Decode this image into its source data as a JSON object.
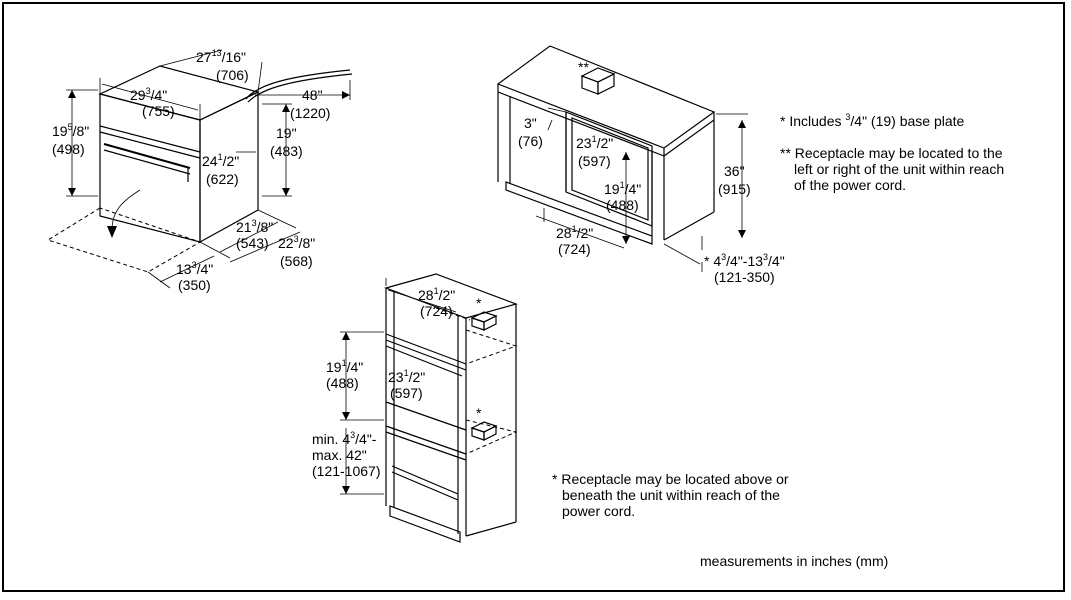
{
  "oven": {
    "depth_total": [
      "27",
      "13",
      "/16\"",
      "(706)"
    ],
    "cord_len": [
      "48\"",
      "(1220)"
    ],
    "width": [
      "29",
      "3",
      "/4\"",
      "(755)"
    ],
    "height": [
      "19",
      "5",
      "/8\"",
      "(498)"
    ],
    "height_body": [
      "19\"",
      "(483)"
    ],
    "inner_width": [
      "24",
      "1",
      "/2\"",
      "(622)"
    ],
    "depth_body": [
      "21",
      "3",
      "/8\"",
      "(543)"
    ],
    "depth_with_front": [
      "22",
      "3",
      "/8\"",
      "(568)"
    ],
    "door_swing": [
      "13",
      "3",
      "/4\"",
      "(350)"
    ]
  },
  "undercounter": {
    "gap_top": [
      "3\"",
      "(76)"
    ],
    "cutout_width": [
      "23",
      "1",
      "/2\"",
      "(597)"
    ],
    "cutout_height": [
      "19",
      "1",
      "/4\"",
      "(488)"
    ],
    "cabinet_width": [
      "28",
      "1",
      "/2\"",
      "(724)"
    ],
    "counter_height": [
      "36\"",
      "(915)"
    ],
    "base_range": [
      "* 4",
      "3",
      "/4\"-13",
      "3",
      "/4\"",
      "(121-350)"
    ],
    "asterisks_top": "**"
  },
  "wall_cabinet": {
    "cabinet_width": [
      "28",
      "1",
      "/2\"",
      "(724)"
    ],
    "cutout_height": [
      "19",
      "1",
      "/4\"",
      "(488)"
    ],
    "cutout_width": [
      "23",
      "1",
      "/2\"",
      "(597)"
    ],
    "floor_range": [
      "min. 4",
      "3",
      "/4\"-",
      "max. 42\"",
      "(121-1067)"
    ],
    "asterisk_1": "*",
    "asterisk_2": "*"
  },
  "notes": {
    "note1": [
      "*  Includes ",
      "3",
      "/4\" (19) base plate"
    ],
    "note2": [
      "** Receptacle may be located to the",
      "left or right of the unit within reach",
      "of the power cord."
    ],
    "note3": [
      "* Receptacle may be located above or",
      "beneath the unit within reach of the",
      "power cord."
    ],
    "units": "measurements in inches (mm)"
  }
}
